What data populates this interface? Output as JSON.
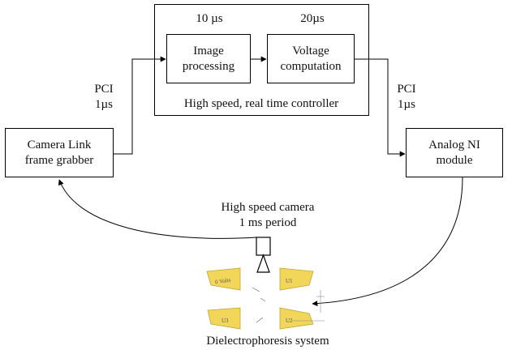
{
  "controller": {
    "label": "High speed, real time controller",
    "image_processing": {
      "label": "Image\nprocessing",
      "time": "10 µs"
    },
    "voltage_computation": {
      "label": "Voltage\ncomputation",
      "time": "20µs"
    }
  },
  "camera_link": {
    "label": "Camera Link\nframe grabber"
  },
  "analog_ni": {
    "label": "Analog NI\nmodule"
  },
  "pci_left": "PCI\n1µs",
  "pci_right": "PCI\n1µs",
  "camera": {
    "label": "High speed camera\n1 ms period"
  },
  "dep": {
    "label": "Dielectrophoresis system",
    "electrode_color": "#f2d65a",
    "electrode_labels": [
      "0 Volts",
      "U1",
      "U3",
      "U2"
    ]
  }
}
